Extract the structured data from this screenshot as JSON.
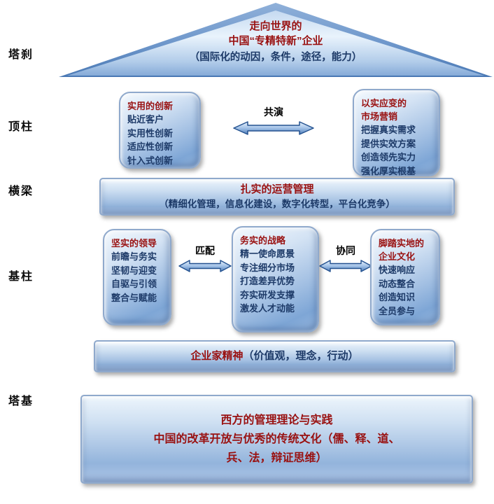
{
  "side_labels": {
    "roof": "塔刹",
    "top_pillars": "顶柱",
    "beam": "横梁",
    "base_pillars": "基柱",
    "foundation": "塔基"
  },
  "roof": {
    "line1": "走向世界的",
    "line2": "中国“专精特新”企业",
    "line3": "（国际化的动因，条件，途径，能力）"
  },
  "top_pillars": {
    "left": {
      "title": "实用的创新",
      "items": [
        "贴近客户",
        "实用性创新",
        "适应性创新",
        "针入式创新"
      ]
    },
    "connector_label": "共演",
    "right": {
      "title_line1": "以实应变的",
      "title_line2": "市场营销",
      "items": [
        "把握真实需求",
        "提供实效方案",
        "创造领先实力",
        "强化厚实根基"
      ]
    }
  },
  "beam": {
    "line1": "扎实的运营管理",
    "line2": "（精细化管理，信息化建设，数字化转型，平台化竞争）"
  },
  "base_pillars": {
    "left": {
      "title": "坚实的领导",
      "items": [
        "前瞻与务实",
        "坚韧与迎变",
        "自驱与引领",
        "整合与赋能"
      ]
    },
    "connector_left_label": "匹配",
    "middle": {
      "title": "务实的战略",
      "items": [
        "精一使命愿景",
        "专注细分市场",
        "打造差异优势",
        "夯实研发支撑",
        "激发人才动能"
      ]
    },
    "connector_right_label": "协同",
    "right": {
      "title_line1": "脚踏实地的",
      "title_line2": "企业文化",
      "items": [
        "快速响应",
        "动态整合",
        "创造知识",
        "全员参与"
      ]
    }
  },
  "spirit_bar": {
    "highlight": "企业家精神",
    "rest": "（价值观，理念，行动）"
  },
  "foundation": {
    "line1": "西方的管理理论与实践",
    "line2": "中国的改革开放与优秀的传统文化（儒、释、道、",
    "line3": "兵、法，辩证思维）"
  }
}
